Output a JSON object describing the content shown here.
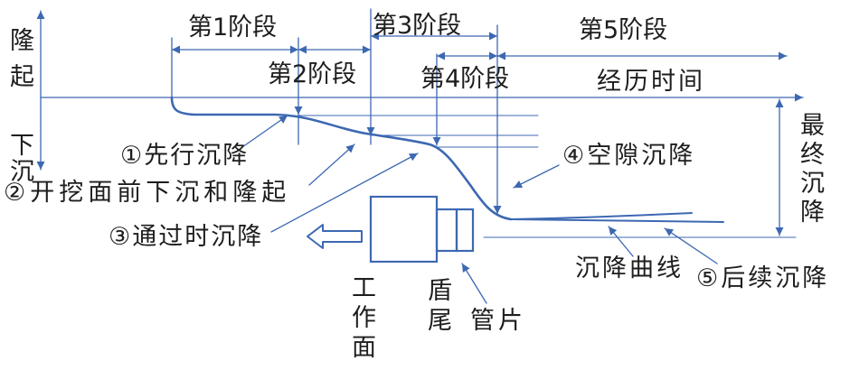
{
  "axes": {
    "uplift": "隆起",
    "settle": "下沉",
    "time": "经历时间",
    "final_settlement": "最终沉降"
  },
  "stages": [
    "第1阶段",
    "第2阶段",
    "第3阶段",
    "第4阶段",
    "第5阶段"
  ],
  "callouts": {
    "c1": "①先行沉降",
    "c2": "②开挖面前下沉和隆起",
    "c3": "③通过时沉降",
    "c4": "④空隙沉降",
    "c5": "⑤后续沉降",
    "curve": "沉降曲线"
  },
  "shield": {
    "face": "工作面",
    "tail": "盾尾",
    "segment": "管片"
  },
  "colors": {
    "line": "#3d68b2",
    "text": "#1e1e1e"
  }
}
